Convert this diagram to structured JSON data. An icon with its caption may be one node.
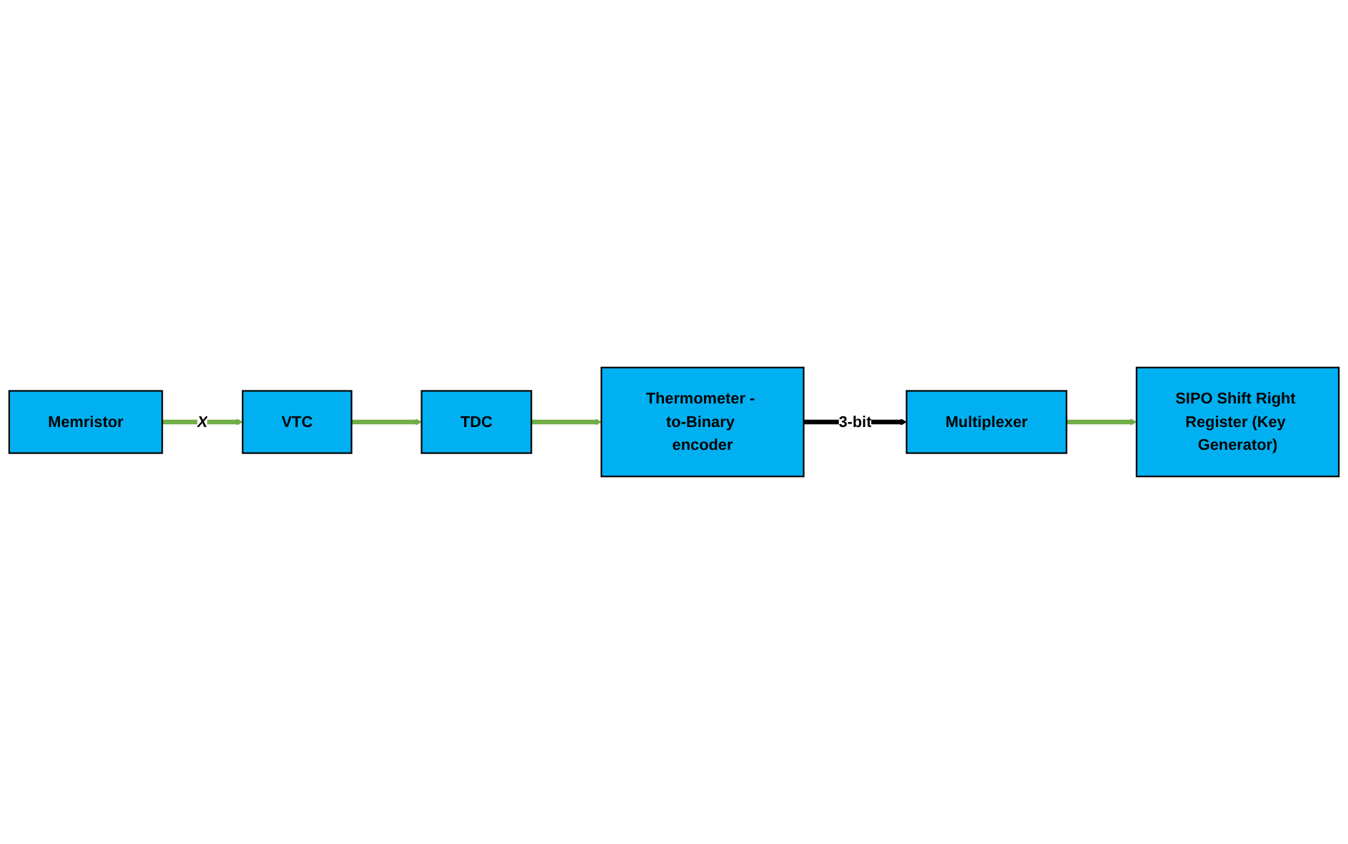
{
  "diagram": {
    "nodes": [
      {
        "text": [
          "Memristor"
        ]
      },
      {
        "text": [
          "VTC"
        ]
      },
      {
        "text": [
          "TDC"
        ]
      },
      {
        "text": [
          "Thermometer - to-Binary encoder"
        ]
      },
      {
        "text": [
          "Multiplexer"
        ]
      },
      {
        "text": [
          "SIPO Shift Right Register (Key Generator)"
        ]
      }
    ],
    "edges": [
      {
        "from": 0,
        "to": 1,
        "arrow": "to",
        "label": "X"
      },
      {
        "from": 1,
        "to": 2,
        "arrow": "to"
      },
      {
        "from": 2,
        "to": 3,
        "arrow": "to"
      },
      {
        "from": 3,
        "to": 4,
        "arrow": "to",
        "label": "3-bit",
        "color": "#000000"
      },
      {
        "from": 4,
        "to": 5,
        "arrow": "to"
      }
    ]
  }
}
